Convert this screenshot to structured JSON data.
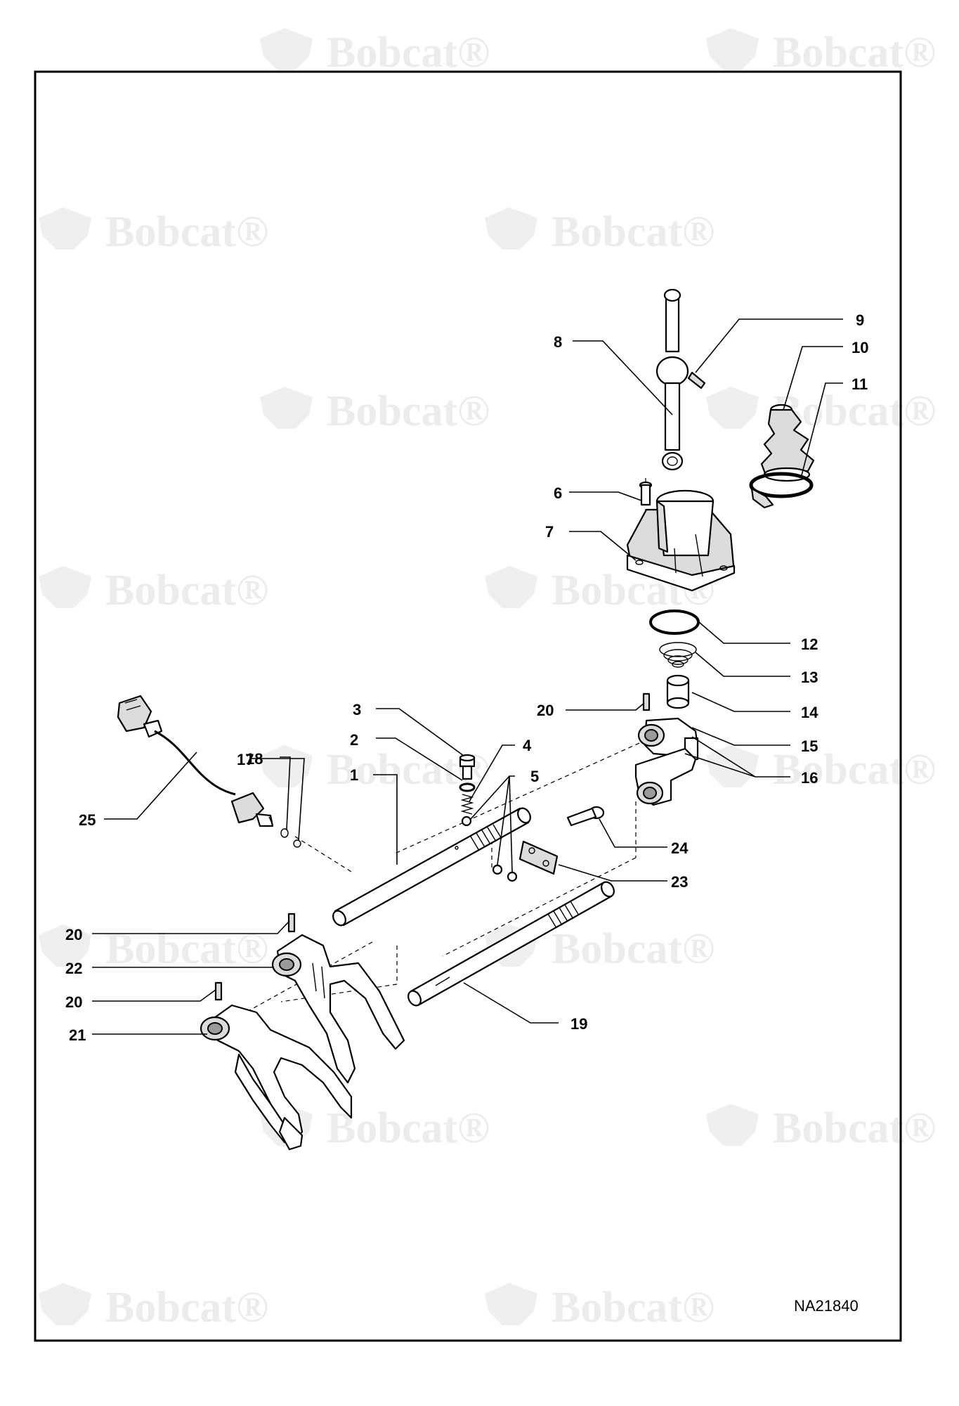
{
  "diagram": {
    "watermark_text": "Bobcat",
    "watermark_mark": "®",
    "reference_id": "NA21840",
    "callouts": [
      {
        "label": "1"
      },
      {
        "label": "2"
      },
      {
        "label": "3"
      },
      {
        "label": "4"
      },
      {
        "label": "5"
      },
      {
        "label": "6"
      },
      {
        "label": "7"
      },
      {
        "label": "8"
      },
      {
        "label": "9"
      },
      {
        "label": "10"
      },
      {
        "label": "11"
      },
      {
        "label": "12"
      },
      {
        "label": "13"
      },
      {
        "label": "14"
      },
      {
        "label": "15"
      },
      {
        "label": "16"
      },
      {
        "label": "17"
      },
      {
        "label": "18"
      },
      {
        "label": "19"
      },
      {
        "label": "20"
      },
      {
        "label": "20"
      },
      {
        "label": "20"
      },
      {
        "label": "21"
      },
      {
        "label": "22"
      },
      {
        "label": "23"
      },
      {
        "label": "24"
      },
      {
        "label": "25"
      }
    ]
  }
}
